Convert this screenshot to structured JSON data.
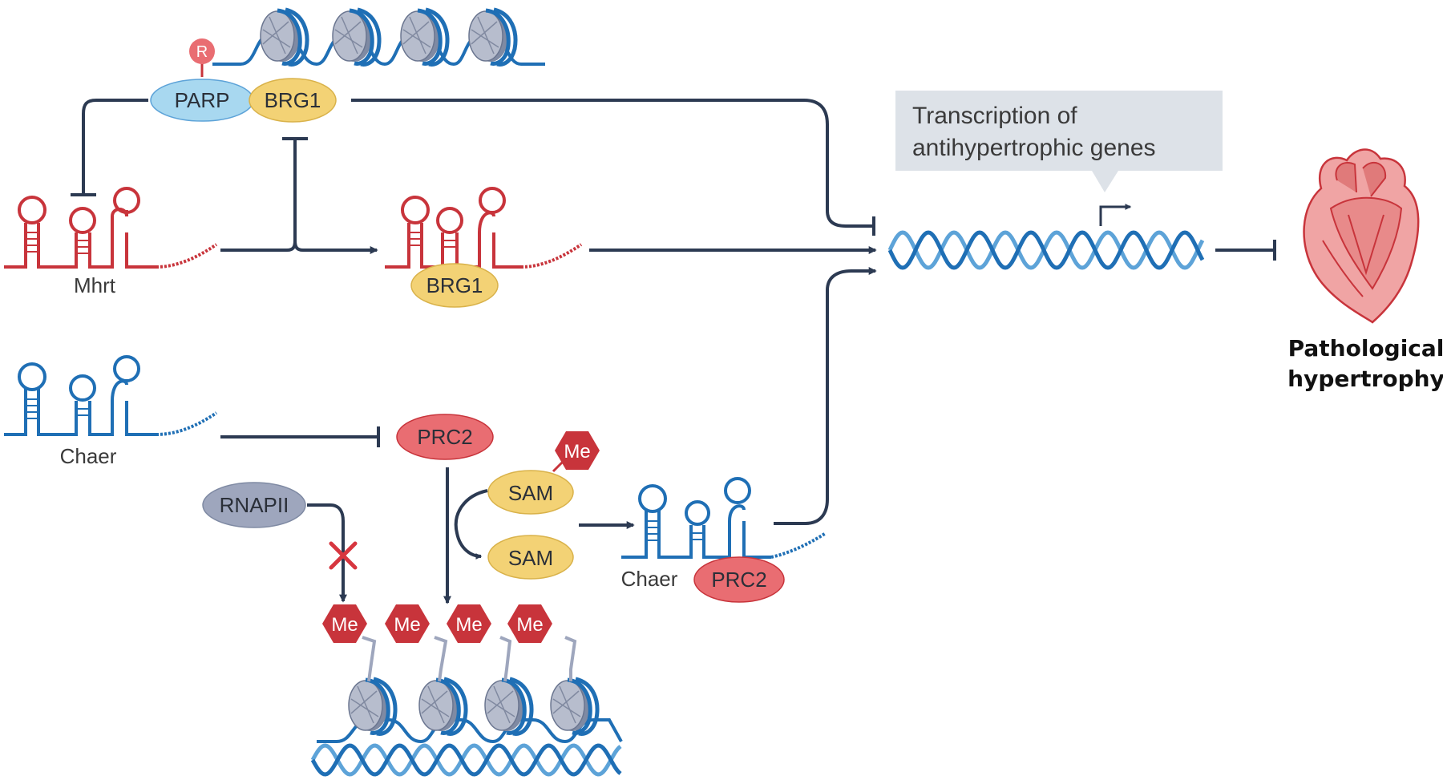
{
  "callout": {
    "line1": "Transcription of",
    "line2": "antihypertrophic genes"
  },
  "outcome": {
    "line1": "Pathological",
    "line2": "hypertrophy"
  },
  "rna_labels": {
    "mhrt": "Mhrt",
    "chaer_top": "Chaer",
    "chaer_complex": "Chaer"
  },
  "proteins": {
    "parp": "PARP",
    "brg1_top": "BRG1",
    "brg1_bound": "BRG1",
    "prc2": "PRC2",
    "prc2_bound": "PRC2",
    "sam_1": "SAM",
    "sam_2": "SAM",
    "rnapii": "RNAPII"
  },
  "marks": {
    "ribosylation": "R",
    "methyl_sam": "Me",
    "methyl_1": "Me",
    "methyl_2": "Me",
    "methyl_3": "Me",
    "methyl_4": "Me"
  },
  "colors": {
    "navy_arrow": "#2c3a52",
    "blue_strand": "#1f6fb5",
    "light_blue_strand": "#5da3d8",
    "red_rna": "#c8343b",
    "red_protein": "#e96d72",
    "methyl_hex": "#c8343b",
    "yellow_protein": "#f3d275",
    "light_blue_protein": "#a8d8f0",
    "grey_protein": "#9ea6bd",
    "callout_bg": "#dde2e8"
  }
}
